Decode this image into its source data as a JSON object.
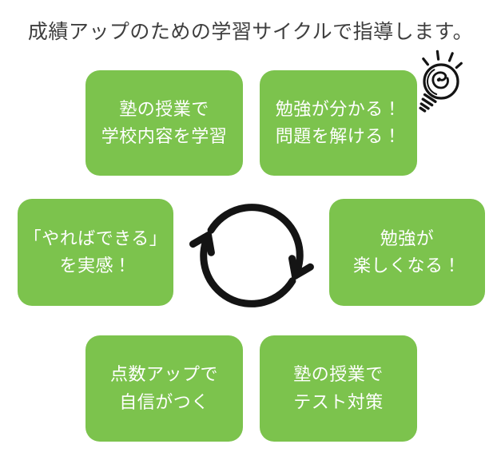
{
  "title": "成績アップのための学習サイクルで指導します。",
  "colors": {
    "accent_green": "#7CC34D",
    "title_text": "#3E3E3E",
    "box_text": "#FFFFFF",
    "ink": "#141414"
  },
  "boxes": {
    "top_left": {
      "line1": "塾の授業で",
      "line2": "学校内容を学習"
    },
    "top_right": {
      "line1": "勉強が分かる！",
      "line2": "問題を解ける！"
    },
    "mid_left": {
      "line1": "「やればできる」",
      "line2": "を実感！"
    },
    "mid_right": {
      "line1": "勉強が",
      "line2": "楽しくなる！"
    },
    "bottom_left": {
      "line1": "点数アップで",
      "line2": "自信がつく"
    },
    "bottom_right": {
      "line1": "塾の授業で",
      "line2": "テスト対策"
    }
  },
  "icons": {
    "cycle": "cycle-arrows-icon",
    "lightbulb": "lightbulb-icon"
  }
}
